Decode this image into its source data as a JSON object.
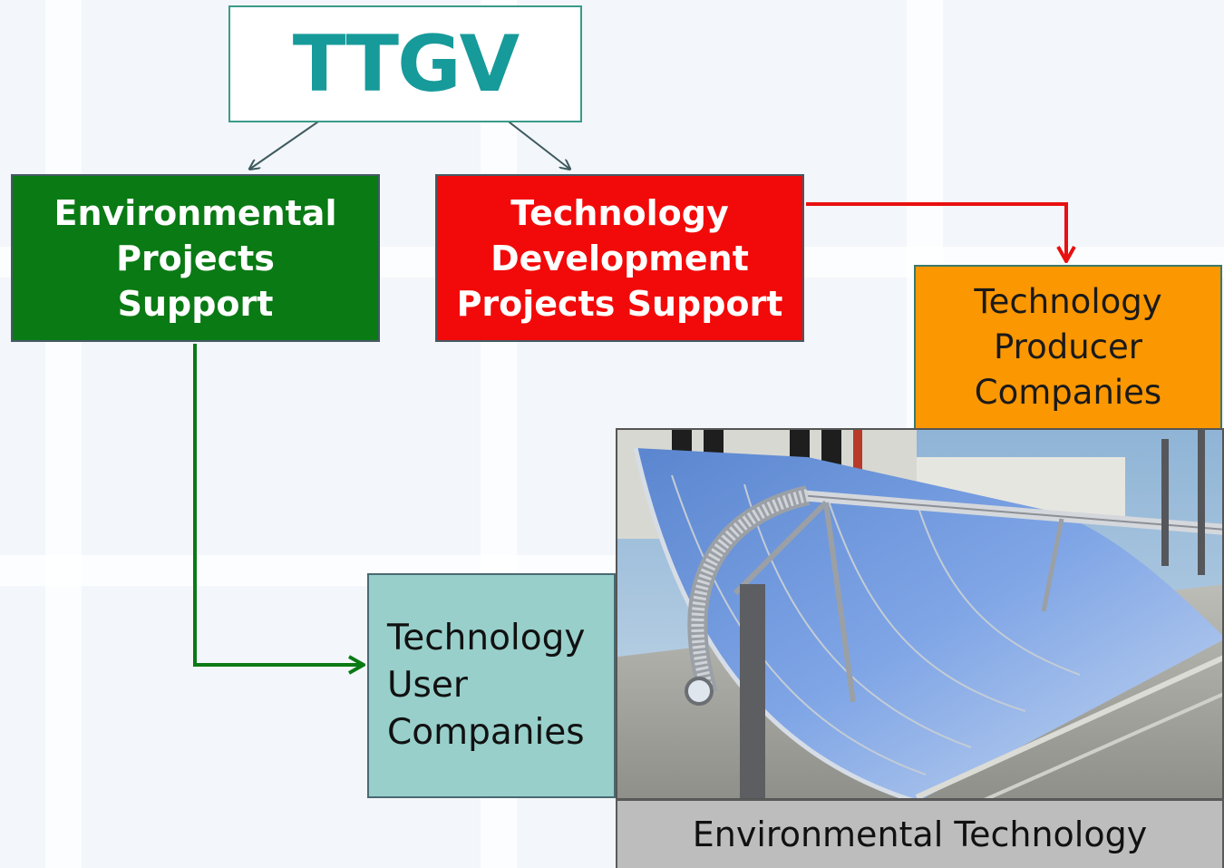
{
  "title": "TTGV",
  "boxes": {
    "environmental": [
      "Environmental",
      "Projects",
      "Support"
    ],
    "technology_dev": [
      "Technology",
      "Development",
      "Projects Support"
    ],
    "producer": [
      "Technology",
      "Producer",
      "Companies"
    ],
    "user": [
      "Technology",
      "User",
      "Companies"
    ]
  },
  "photo_caption": "Environmental Technology",
  "colors": {
    "title": "#179a9a",
    "environmental": "#0a7a14",
    "technology_dev": "#f20a0a",
    "producer": "#fb9700",
    "user": "#98cfca",
    "caption": "#bdbdbd"
  }
}
